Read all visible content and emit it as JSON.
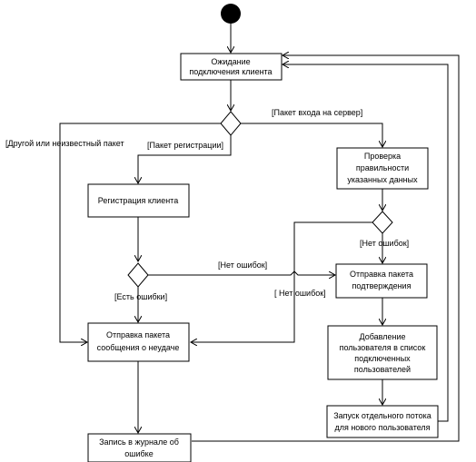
{
  "nodes": {
    "waiting": [
      "Ожидание",
      "подключения клиента"
    ],
    "check": [
      "Проверка",
      "правильности",
      "указанных данных"
    ],
    "register": [
      "Регистрация клиента"
    ],
    "send_confirm": [
      "Отправка пакета",
      "подтверждения"
    ],
    "send_error": [
      "Отправка пакета",
      "сообщения о неудаче"
    ],
    "add_user": [
      "Добавление",
      "пользователя в список",
      "подключенных",
      "пользователей"
    ],
    "start_thread": [
      "Запуск отдельного потока",
      "для нового пользователя"
    ],
    "log_error": [
      "Запись в журнале об",
      "ошибке"
    ]
  },
  "guards": {
    "other_packet": "[Другой или неизвестный пакет",
    "login_packet": "[Пакет входа на сервер]",
    "reg_packet": "[Пакет регистрации]",
    "no_errors_1": "[Нет ошибок]",
    "no_errors_2": "[Нет ошибок]",
    "no_errors_3": "[ Нет ошибок]",
    "has_errors": "[Есть ошибки]"
  }
}
